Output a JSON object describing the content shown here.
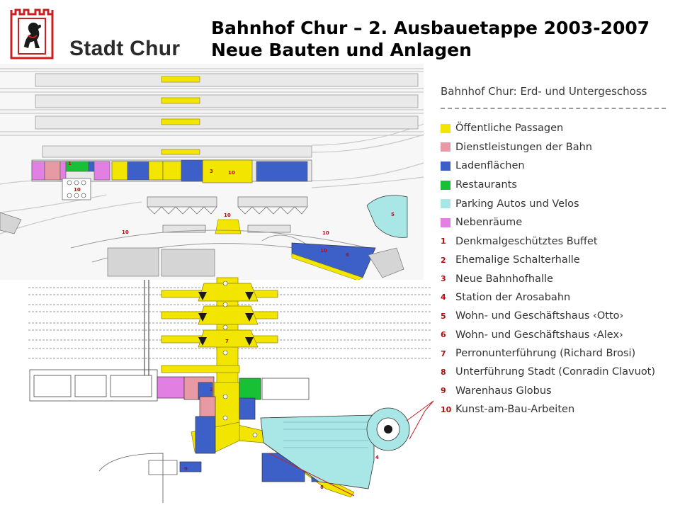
{
  "header": {
    "city_name": "Stadt Chur",
    "title_line1": "Bahnhof Chur – 2. Ausbauetappe 2003-2007",
    "title_line2": "Neue Bauten und Anlagen"
  },
  "legend": {
    "title": "Bahnhof Chur: Erd- und Untergeschoss",
    "categories": [
      {
        "label": "Öffentliche Passagen",
        "color": "#f2e600"
      },
      {
        "label": "Dienstleistungen der Bahn",
        "color": "#e89aa4"
      },
      {
        "label": "Ladenflächen",
        "color": "#3c5fc8"
      },
      {
        "label": "Restaurants",
        "color": "#18c036"
      },
      {
        "label": "Parking Autos und Velos",
        "color": "#a9e6e6"
      },
      {
        "label": "Nebenräume",
        "color": "#e27fe2"
      }
    ],
    "numbered": [
      {
        "num": "1",
        "label": "Denkmalgeschütztes Buffet"
      },
      {
        "num": "2",
        "label": "Ehemalige Schalterhalle"
      },
      {
        "num": "3",
        "label": "Neue Bahnhofhalle"
      },
      {
        "num": "4",
        "label": "Station der Arosabahn"
      },
      {
        "num": "5",
        "label": "Wohn- und Geschäftshaus ‹Otto›"
      },
      {
        "num": "6",
        "label": "Wohn- und Geschäftshaus ‹Alex›"
      },
      {
        "num": "7",
        "label": "Perronunterführung (Richard Brosi)"
      },
      {
        "num": "8",
        "label": "Unterführung Stadt (Conradin Clavuot)"
      },
      {
        "num": "9",
        "label": "Warenhaus Globus"
      },
      {
        "num": "10",
        "label": "Kunst-am-Bau-Arbeiten"
      }
    ]
  },
  "map_labels": {
    "l1": "1",
    "l2": "2",
    "l3": "3",
    "l4": "4",
    "l5": "5",
    "l6": "6",
    "l7": "7",
    "l8": "8",
    "l9": "9",
    "l10a": "10",
    "l10b": "10",
    "l10c": "10",
    "l10d": "10",
    "l10e": "10",
    "l10f": "10"
  }
}
